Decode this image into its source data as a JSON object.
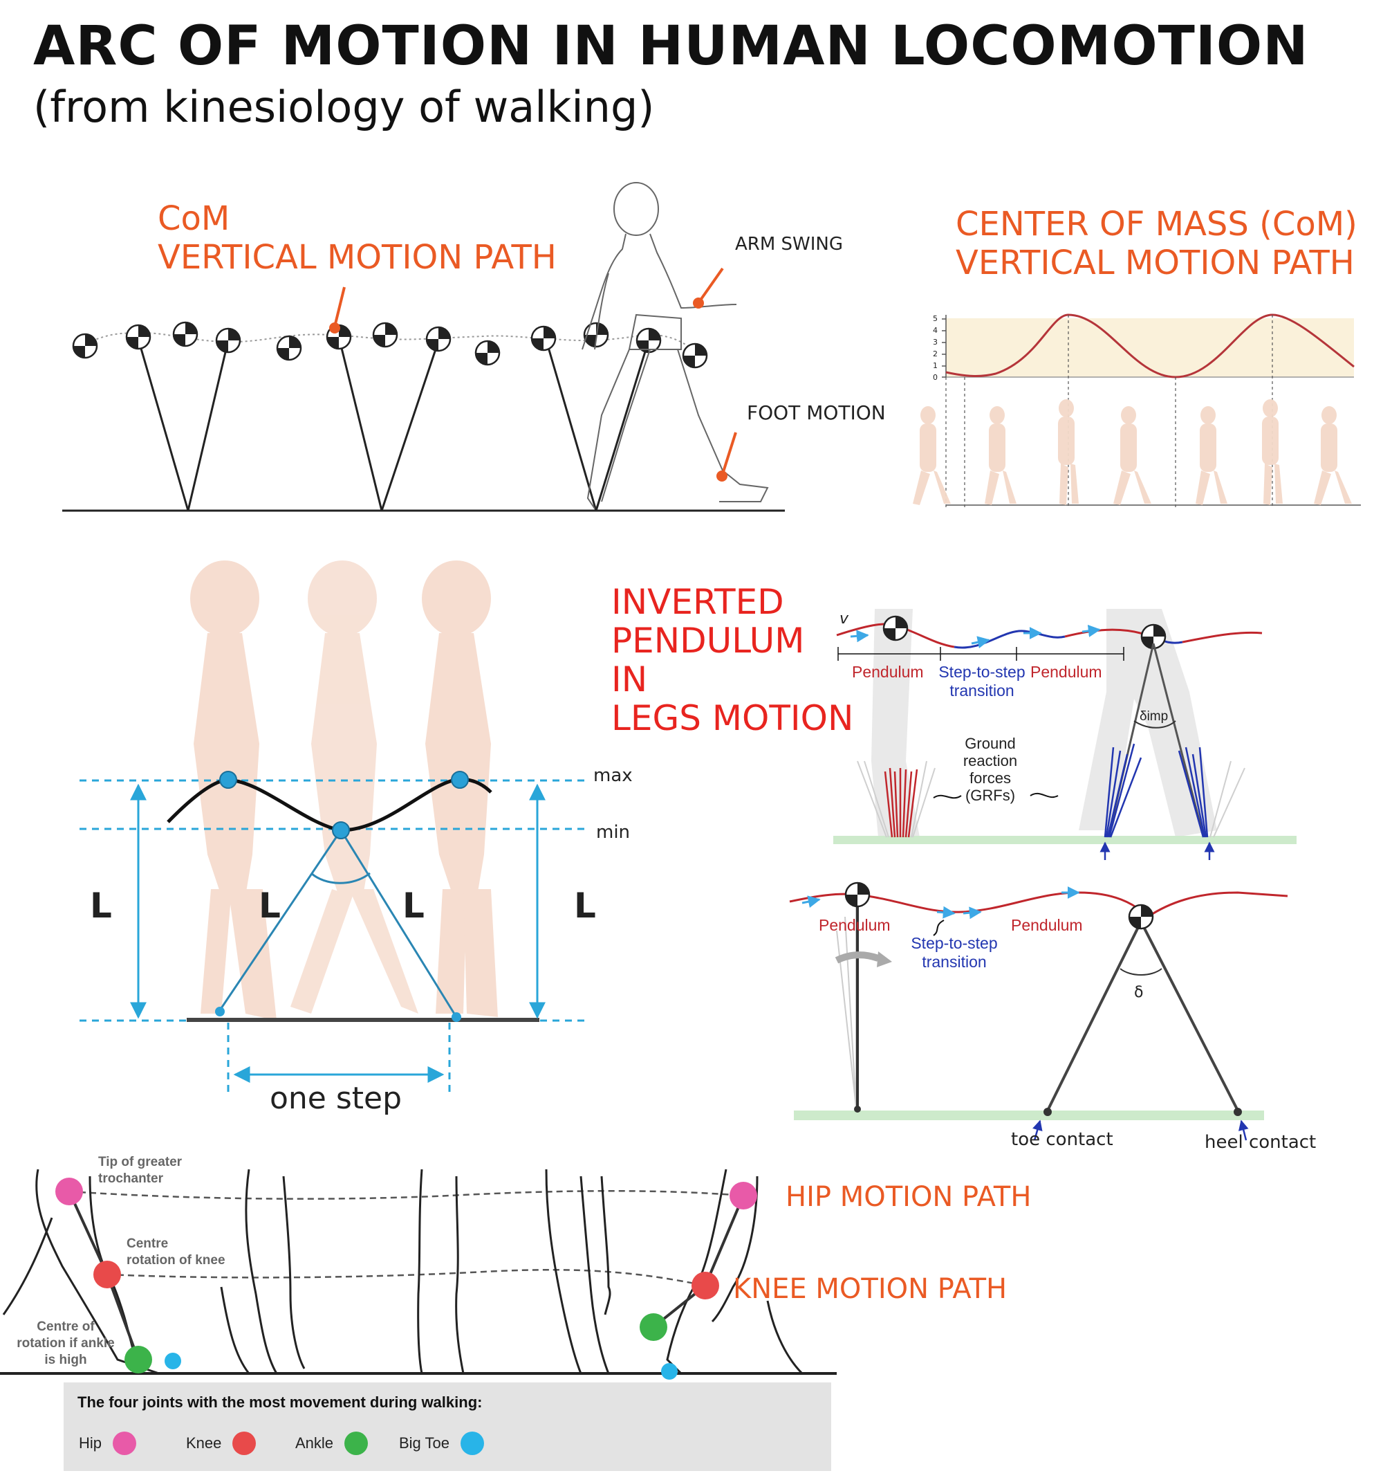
{
  "header": {
    "title": "ARC OF MOTION IN HUMAN LOCOMOTION",
    "subtitle": "(from kinesiology of walking)"
  },
  "panel_com_walk": {
    "label_line1": "CoM",
    "label_line2": "VERTICAL MOTION PATH",
    "arm_swing": "ARM SWING",
    "foot_motion": "FOOT MOTION"
  },
  "panel_com_plot": {
    "title_line1": "CENTER OF MASS (CoM)",
    "title_line2": "VERTICAL MOTION PATH",
    "y_ticks": [
      "5",
      "4",
      "3",
      "2",
      "1",
      "0"
    ]
  },
  "panel_pendulum": {
    "title_line1": "INVERTED",
    "title_line2": "PENDULUM",
    "title_line3": "IN",
    "title_line4": "LEGS MOTION",
    "max_label": "max",
    "min_label": "min",
    "leg_label": "L",
    "step_label": "one step"
  },
  "panel_grf": {
    "velocity": "v",
    "pendulum": "Pendulum",
    "transition_line1": "Step-to-step",
    "transition_line2": "transition",
    "delta_imp": "δimp",
    "grf_line1": "Ground",
    "grf_line2": "reaction",
    "grf_line3": "forces",
    "grf_line4": "(GRFs)"
  },
  "panel_simple": {
    "pendulum": "Pendulum",
    "transition_line1": "Step-to-step",
    "transition_line2": "transition",
    "delta": "δ",
    "toe_contact": "toe contact",
    "heel_contact": "heel contact"
  },
  "panel_joints": {
    "hip_label_line1": "Tip of greater",
    "hip_label_line2": "trochanter",
    "knee_label_line1": "Centre",
    "knee_label_line2": "rotation of knee",
    "ankle_label_line1": "Centre of",
    "ankle_label_line2": "rotation if ankle",
    "ankle_label_line3": "is high",
    "hip_path": "HIP MOTION PATH",
    "knee_path": "KNEE MOTION PATH"
  },
  "legend": {
    "title": "The four joints with the most movement during walking:",
    "items": [
      {
        "label": "Hip",
        "color": "#e85aa8"
      },
      {
        "label": "Knee",
        "color": "#e84a4a"
      },
      {
        "label": "Ankle",
        "color": "#3cb34a"
      },
      {
        "label": "Big Toe",
        "color": "#28b4e8"
      }
    ]
  },
  "colors": {
    "accent_orange": "#ea5a24",
    "accent_red": "#e8241f",
    "path_blue": "#29a6d9",
    "pendulum_red": "#c0262c",
    "transition_blue": "#2236b0"
  }
}
